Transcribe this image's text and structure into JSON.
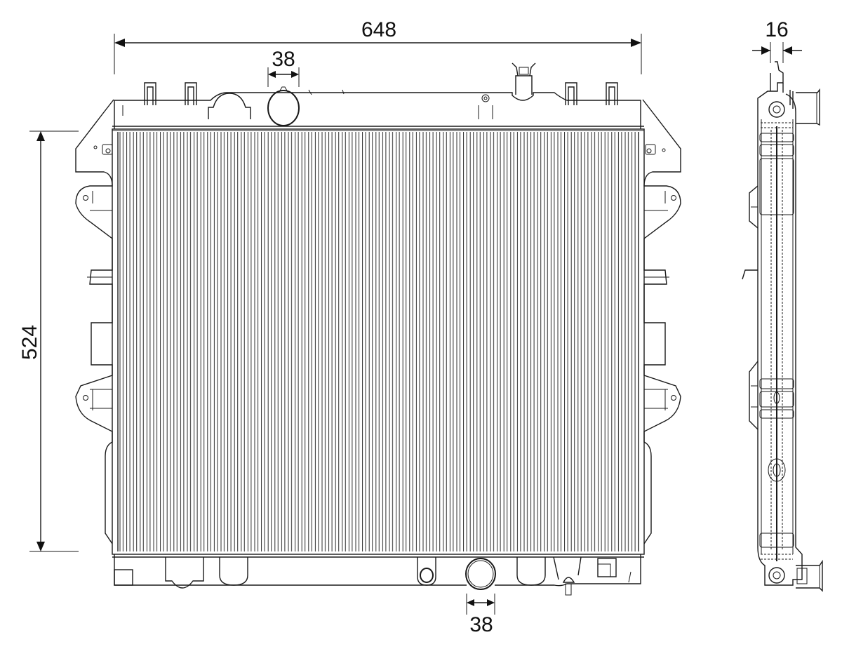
{
  "drawing": {
    "subject": "radiator",
    "views": [
      "front-view",
      "side-view"
    ],
    "line_color": "#1a1a1a",
    "background": "#ffffff"
  },
  "dimensions": {
    "width": {
      "value": "648",
      "label": "648"
    },
    "inlet_diameter": {
      "value": "38",
      "label": "38"
    },
    "outlet_diameter": {
      "value": "38",
      "label": "38"
    },
    "core_height": {
      "value": "524",
      "label": "524"
    },
    "core_depth": {
      "value": "16",
      "label": "16"
    }
  }
}
